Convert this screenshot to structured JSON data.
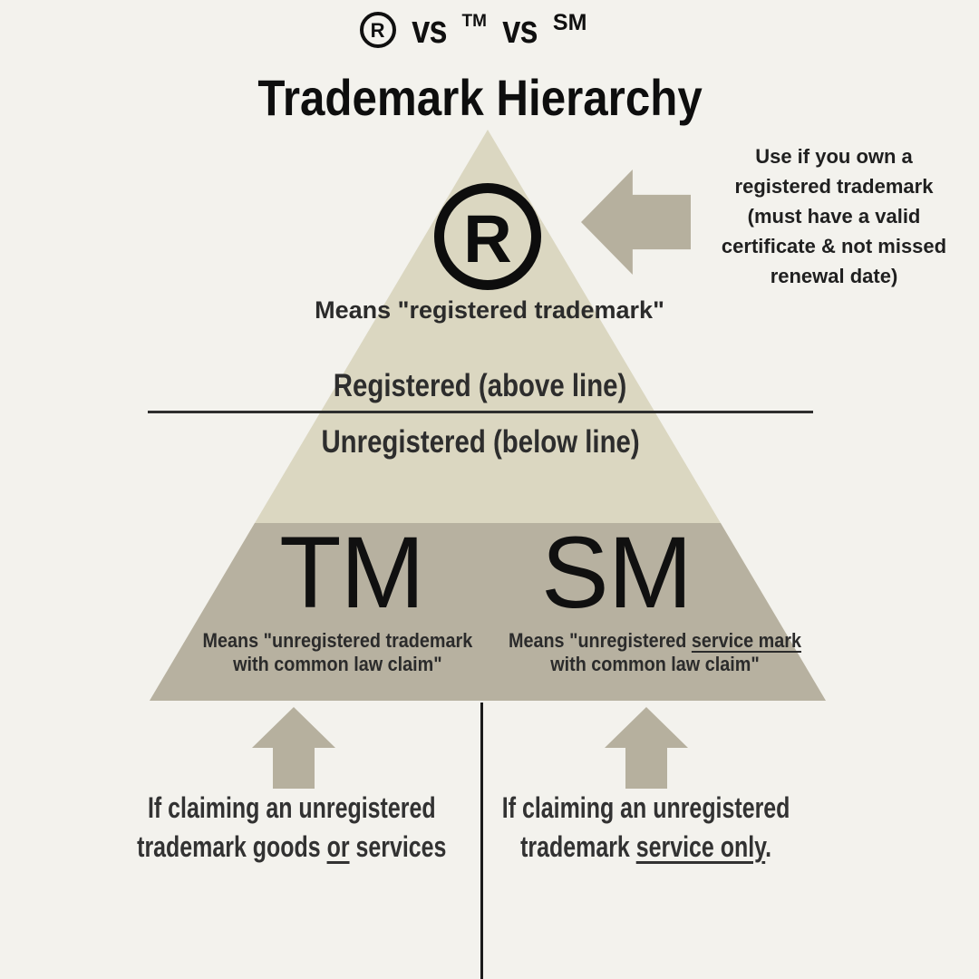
{
  "title": {
    "reg_letter": "R",
    "vs1": "vs",
    "tm_sup": "TM",
    "vs2": "vs",
    "sm_sup": "SM",
    "heading": "Trademark Hierarchy"
  },
  "right_note": {
    "lines": [
      "Use if you own a",
      "registered trademark",
      "(must have a valid",
      "certificate & not missed",
      "renewal date)"
    ]
  },
  "pyramid": {
    "reg_letter": "R",
    "reg_meaning": "Means \"registered trademark\"",
    "registered_label": "Registered (above line)",
    "unregistered_label": "Unregistered (below line)",
    "tm": {
      "symbol": "TM",
      "meaning_line1": "Means \"unregistered trademark",
      "meaning_line2": "with common law claim\""
    },
    "sm": {
      "symbol": "SM",
      "meaning_line1_prefix": "Means \"unregistered ",
      "meaning_line1_underlined": "service mark",
      "meaning_line2": "with common law claim\""
    }
  },
  "bottom": {
    "tm_note": {
      "line1": "If claiming an unregistered",
      "line2_prefix": "trademark goods ",
      "line2_underlined": "or",
      "line2_suffix": " services"
    },
    "sm_note": {
      "line1": "If claiming an unregistered",
      "line2_prefix": "trademark ",
      "line2_underlined": "service only",
      "line2_suffix": "."
    }
  },
  "colors": {
    "background": "#f3f2ed",
    "pyramid_light": "#dbd7c1",
    "pyramid_dark_band": "#b7b1a0",
    "arrow": "#b6b09e",
    "text_dark": "#2b2b2b",
    "symbol_black": "#0d0d0d"
  }
}
